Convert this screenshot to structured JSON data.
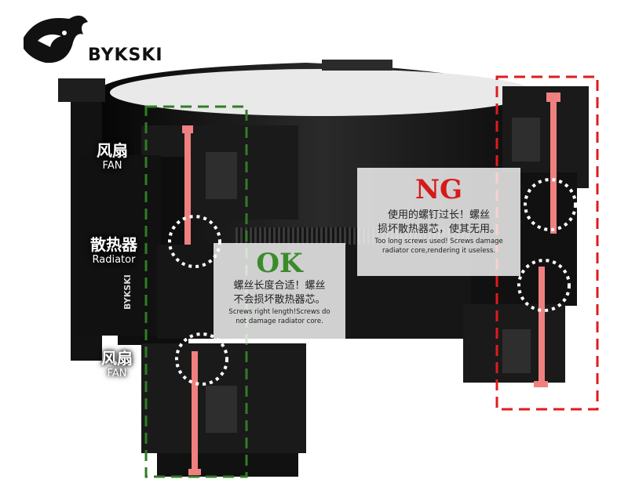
{
  "brand": {
    "name": "BYKSKI",
    "logo_icon": "dragon-head-icon"
  },
  "labels": {
    "fan_top": {
      "zh": "风扇",
      "en": "FAN"
    },
    "radiator": {
      "zh": "散热器",
      "en": "Radiator"
    },
    "fan_bottom": {
      "zh": "风扇",
      "en": "FAN"
    }
  },
  "ok_note": {
    "title": "OK",
    "zh_line1": "螺丝长度合适！螺丝",
    "zh_line2": "不会损坏散热器芯。",
    "en_line1": "Screws right length!Screws do",
    "en_line2": "not damage radiator core."
  },
  "ng_note": {
    "title": "NG",
    "zh_line1": "使用的螺钉过长！螺丝",
    "zh_line2": "损坏散热器芯，使其无用。",
    "en_line1": "Too long screws used! Screws damage",
    "en_line2": "radiator core,rendering it useless."
  },
  "radiator_brand_text": "BYKSKI",
  "colors": {
    "ok_green": "#3a8b2c",
    "ng_red": "#d61a1a",
    "screw_pink": "#f08080",
    "hardware_black": "#1a1a1a"
  }
}
